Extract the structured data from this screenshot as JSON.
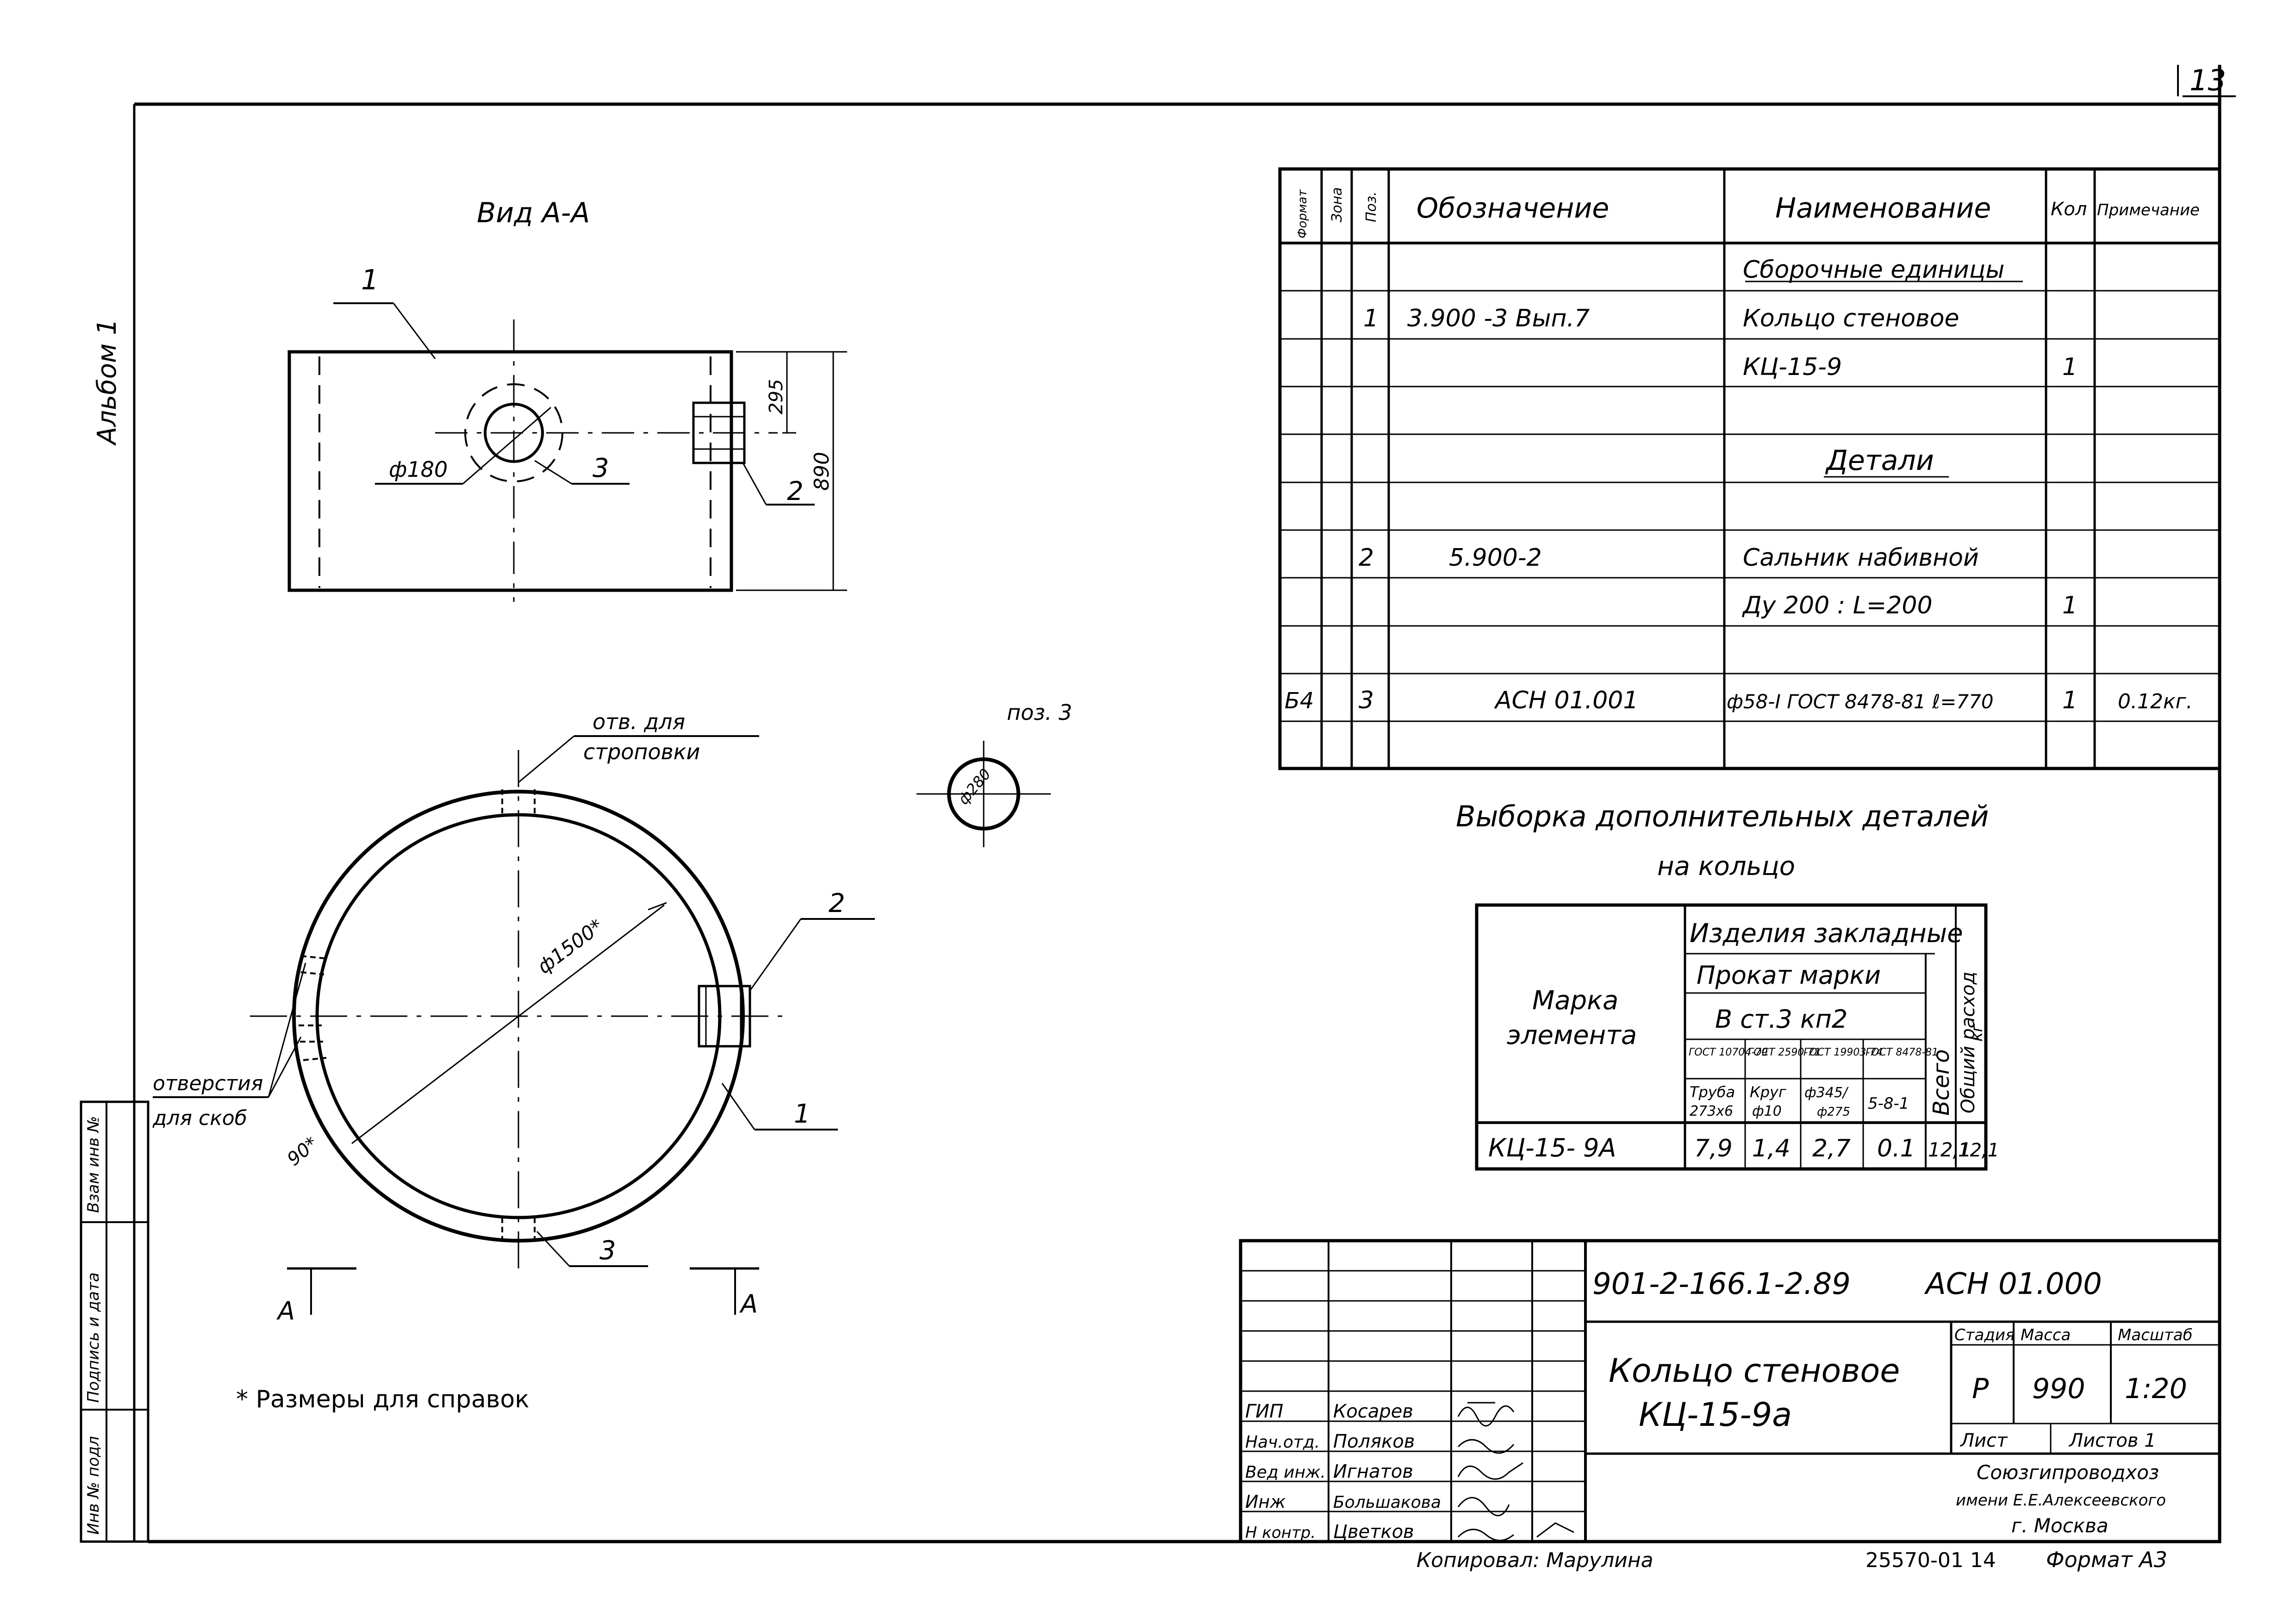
{
  "sheet_number": "13",
  "album": "Альбом 1",
  "left_stamp": {
    "cells": [
      "Взам инв №",
      "Подпись и дата",
      "Инв № подл"
    ]
  },
  "view_a": {
    "title": "Вид А-А",
    "dim_180": "ф180",
    "dim_295": "295",
    "dim_890": "890",
    "pos1": "1",
    "pos2": "2",
    "pos3": "3"
  },
  "plan": {
    "hole_label_1": "отв. для",
    "hole_label_2": "строповки",
    "dim_1500": "ф1500*",
    "angle_90": "90*",
    "holes_label_1": "отверстия",
    "holes_label_2": "для скоб",
    "pos1": "1",
    "pos2": "2",
    "pos3": "3",
    "section_a": "А"
  },
  "pos3_detail": {
    "label": "поз. 3",
    "dim": "ф280"
  },
  "note": "* Размеры для справок",
  "spec": {
    "headers": [
      "Формат",
      "Зона",
      "Поз.",
      "Обозначение",
      "Наименование",
      "Кол",
      "Примечание"
    ],
    "rows": [
      {
        "fmt": "",
        "zone": "",
        "pos": "",
        "code": "",
        "name": "Сборочные единицы",
        "qty": "",
        "note": ""
      },
      {
        "fmt": "",
        "zone": "",
        "pos": "1",
        "code": "3.900 -3   Вып.7",
        "name": "Кольцо стеновое",
        "qty": "",
        "note": ""
      },
      {
        "fmt": "",
        "zone": "",
        "pos": "",
        "code": "",
        "name": "КЦ-15-9",
        "qty": "1",
        "note": ""
      },
      {
        "fmt": "",
        "zone": "",
        "pos": "",
        "code": "",
        "name": "",
        "qty": "",
        "note": ""
      },
      {
        "fmt": "",
        "zone": "",
        "pos": "",
        "code": "",
        "name": "Детали",
        "qty": "",
        "note": ""
      },
      {
        "fmt": "",
        "zone": "",
        "pos": "",
        "code": "",
        "name": "",
        "qty": "",
        "note": ""
      },
      {
        "fmt": "",
        "zone": "",
        "pos": "2",
        "code": "5.900-2",
        "name": "Сальник набивной",
        "qty": "",
        "note": ""
      },
      {
        "fmt": "",
        "zone": "",
        "pos": "",
        "code": "",
        "name": "Ду 200 :  L=200",
        "qty": "1",
        "note": ""
      },
      {
        "fmt": "",
        "zone": "",
        "pos": "",
        "code": "",
        "name": "",
        "qty": "",
        "note": ""
      },
      {
        "fmt": "Б4",
        "zone": "",
        "pos": "3",
        "code": "АСН 01.001",
        "name": "ф58-I ГОСТ 8478-81 ℓ=770",
        "qty": "1",
        "note": "0.12кг."
      },
      {
        "fmt": "",
        "zone": "",
        "pos": "",
        "code": "",
        "name": "",
        "qty": "",
        "note": ""
      }
    ]
  },
  "selection": {
    "title_1": "Выборка дополнительных деталей",
    "title_2": "на кольцо",
    "mark_header_1": "Марка",
    "mark_header_2": "элемента",
    "embedded": "Изделия закладные",
    "rolled": "Прокат марки",
    "steel": "В ст.3  кп2",
    "gosts": [
      "ГОСТ 10704-79",
      "ГОСТ 2590-71",
      "ГОСТ 19903-74",
      "ГОСТ 8478-81"
    ],
    "items_1": [
      "Труба",
      "Круг",
      "ф345/",
      "5-8-1"
    ],
    "items_2": [
      "273х6",
      "ф10",
      "ф275",
      ""
    ],
    "total": "Всего",
    "overall": "Общий расход",
    "unit": "кг",
    "row": {
      "mark": "КЦ-15- 9А",
      "values": [
        "7,9",
        "1,4",
        "2,7",
        "0.1",
        "12,1",
        "12,1"
      ]
    }
  },
  "title_block": {
    "code": "901-2-166.1-2.89",
    "doc": "АСН 01.000",
    "name_1": "Кольцо стеновое",
    "name_2": "КЦ-15-9а",
    "stage_label": "Стадия",
    "mass_label": "Масса",
    "scale_label": "Масштаб",
    "stage": "Р",
    "mass": "990",
    "scale": "1:20",
    "sheet_label": "Лист",
    "sheets_label": "Листов 1",
    "org_1": "Союзгипроводхоз",
    "org_2": "имени Е.Е.Алексеевского",
    "org_3": "г. Москва",
    "staff": [
      {
        "role": "ГИП",
        "name": "Косарев"
      },
      {
        "role": "Нач.отд.",
        "name": "Поляков"
      },
      {
        "role": "Вед инж.",
        "name": "Игнатов"
      },
      {
        "role": "Инж",
        "name": "Большакова"
      },
      {
        "role": "Н контр.",
        "name": "Цветков"
      }
    ]
  },
  "copied": "Копировал: Марулина",
  "archive": "25570-01  14",
  "format": "Формат А3"
}
